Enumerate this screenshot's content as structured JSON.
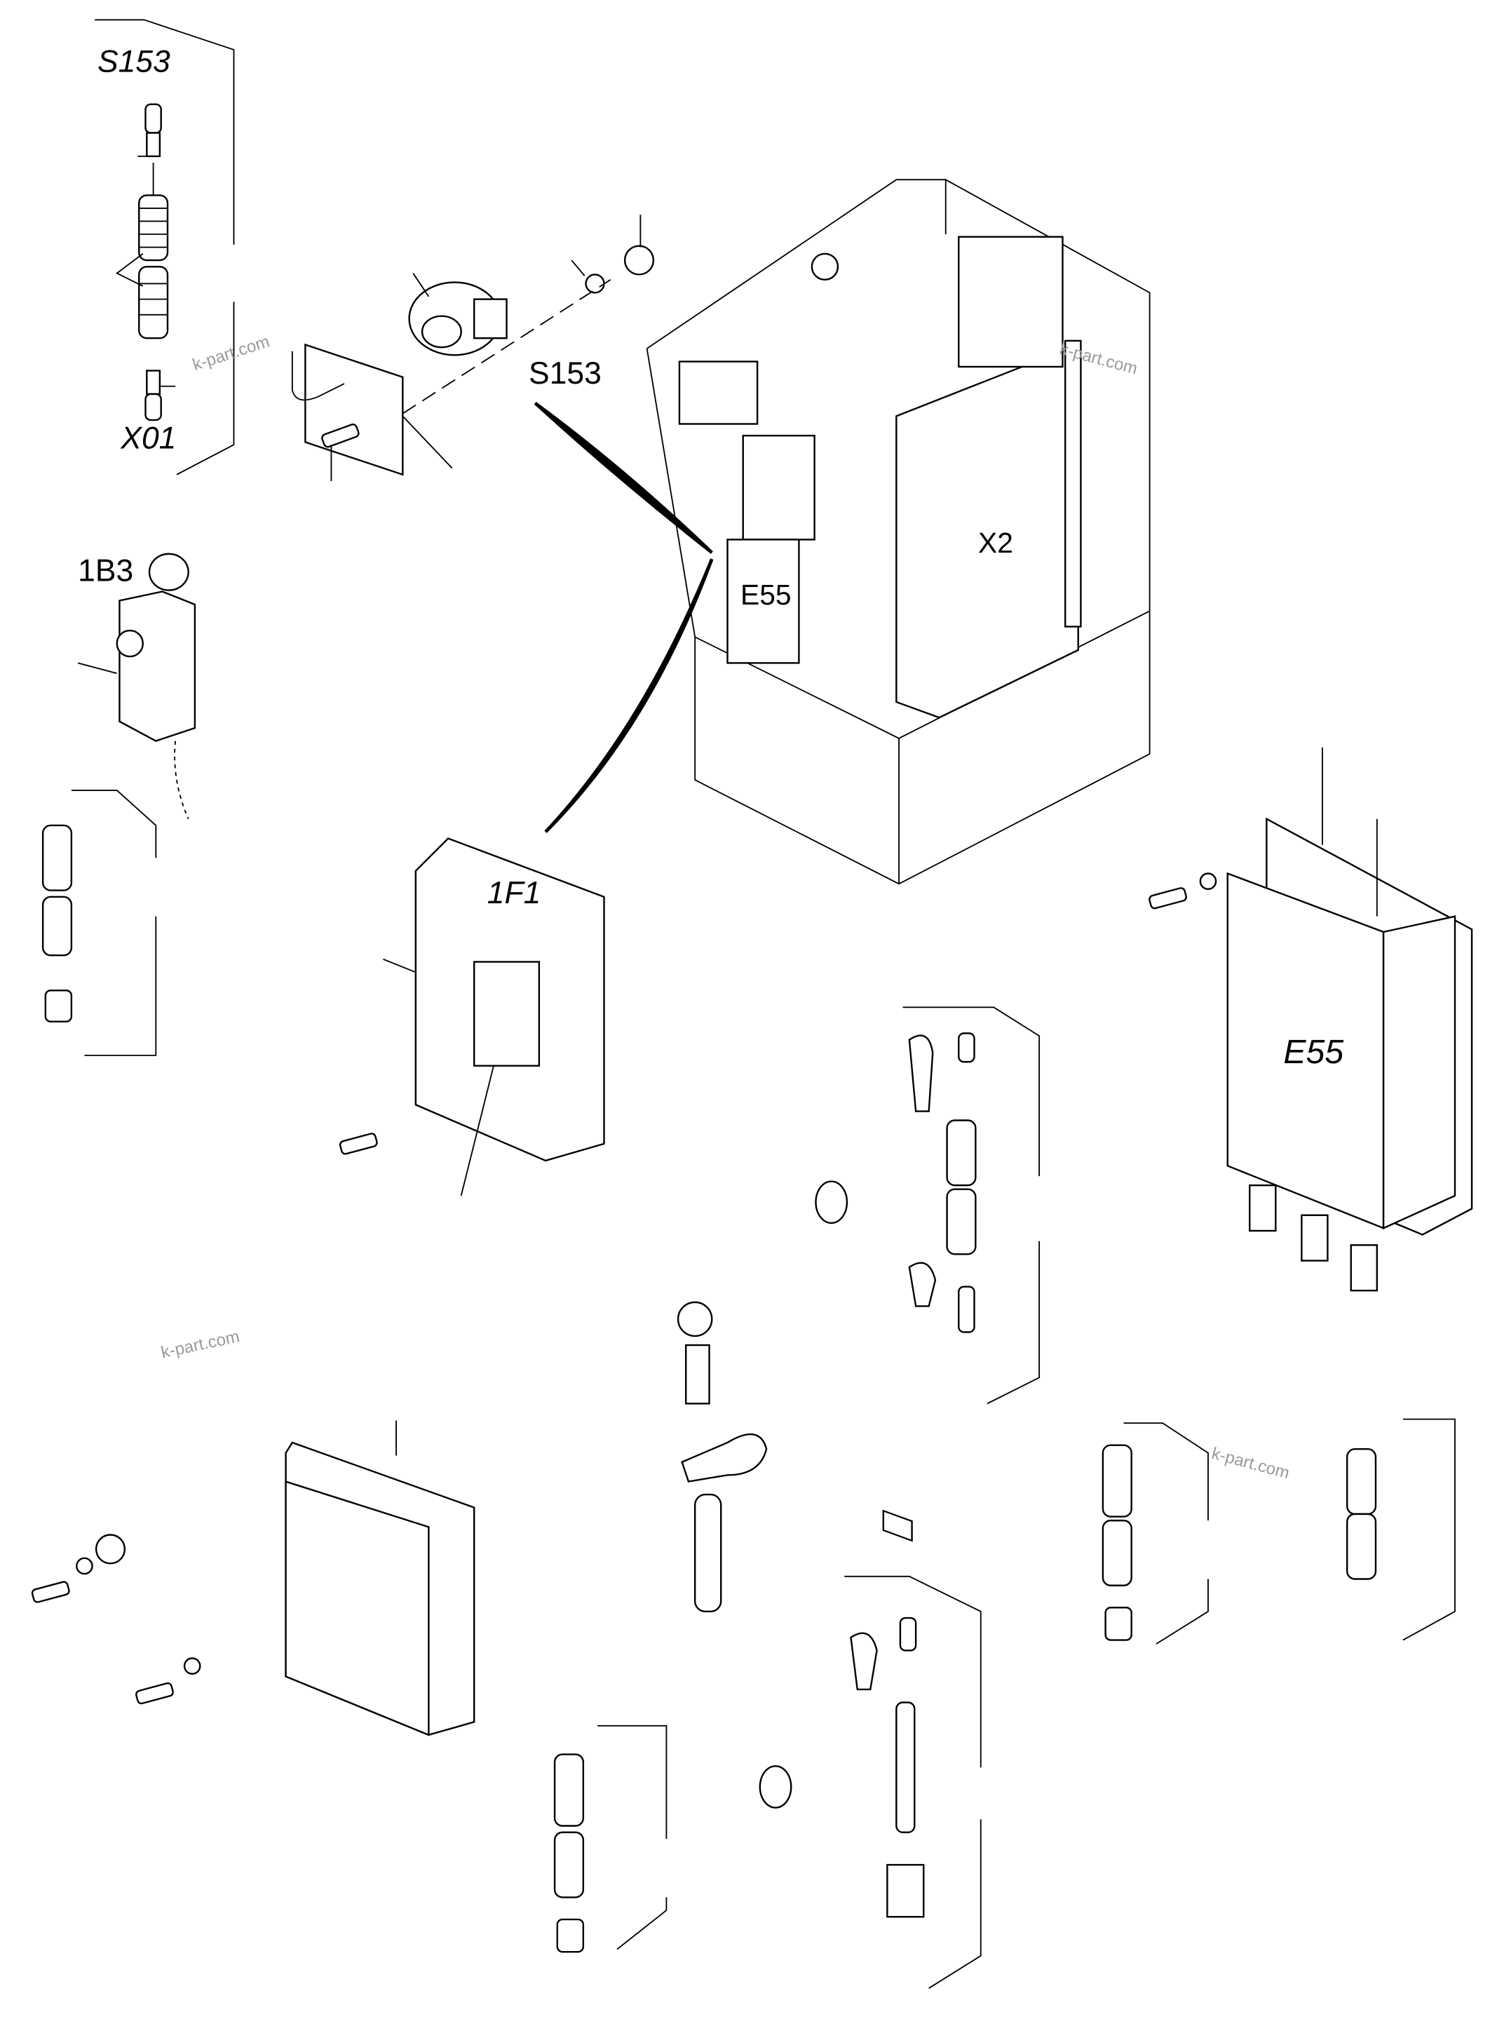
{
  "labels": {
    "s153_top": "S153",
    "x01": "X01",
    "b3": "1B3",
    "s153_main": "S153",
    "x2": "X2",
    "e55_small": "E55",
    "f1": "1F1",
    "e55_large": "E55"
  },
  "watermarks": [
    "k-part.com",
    "k-part.com",
    "k-part.com",
    "k-part.com"
  ],
  "colors": {
    "line": "#000000",
    "background": "#ffffff",
    "watermark": "#9a9a9a"
  }
}
